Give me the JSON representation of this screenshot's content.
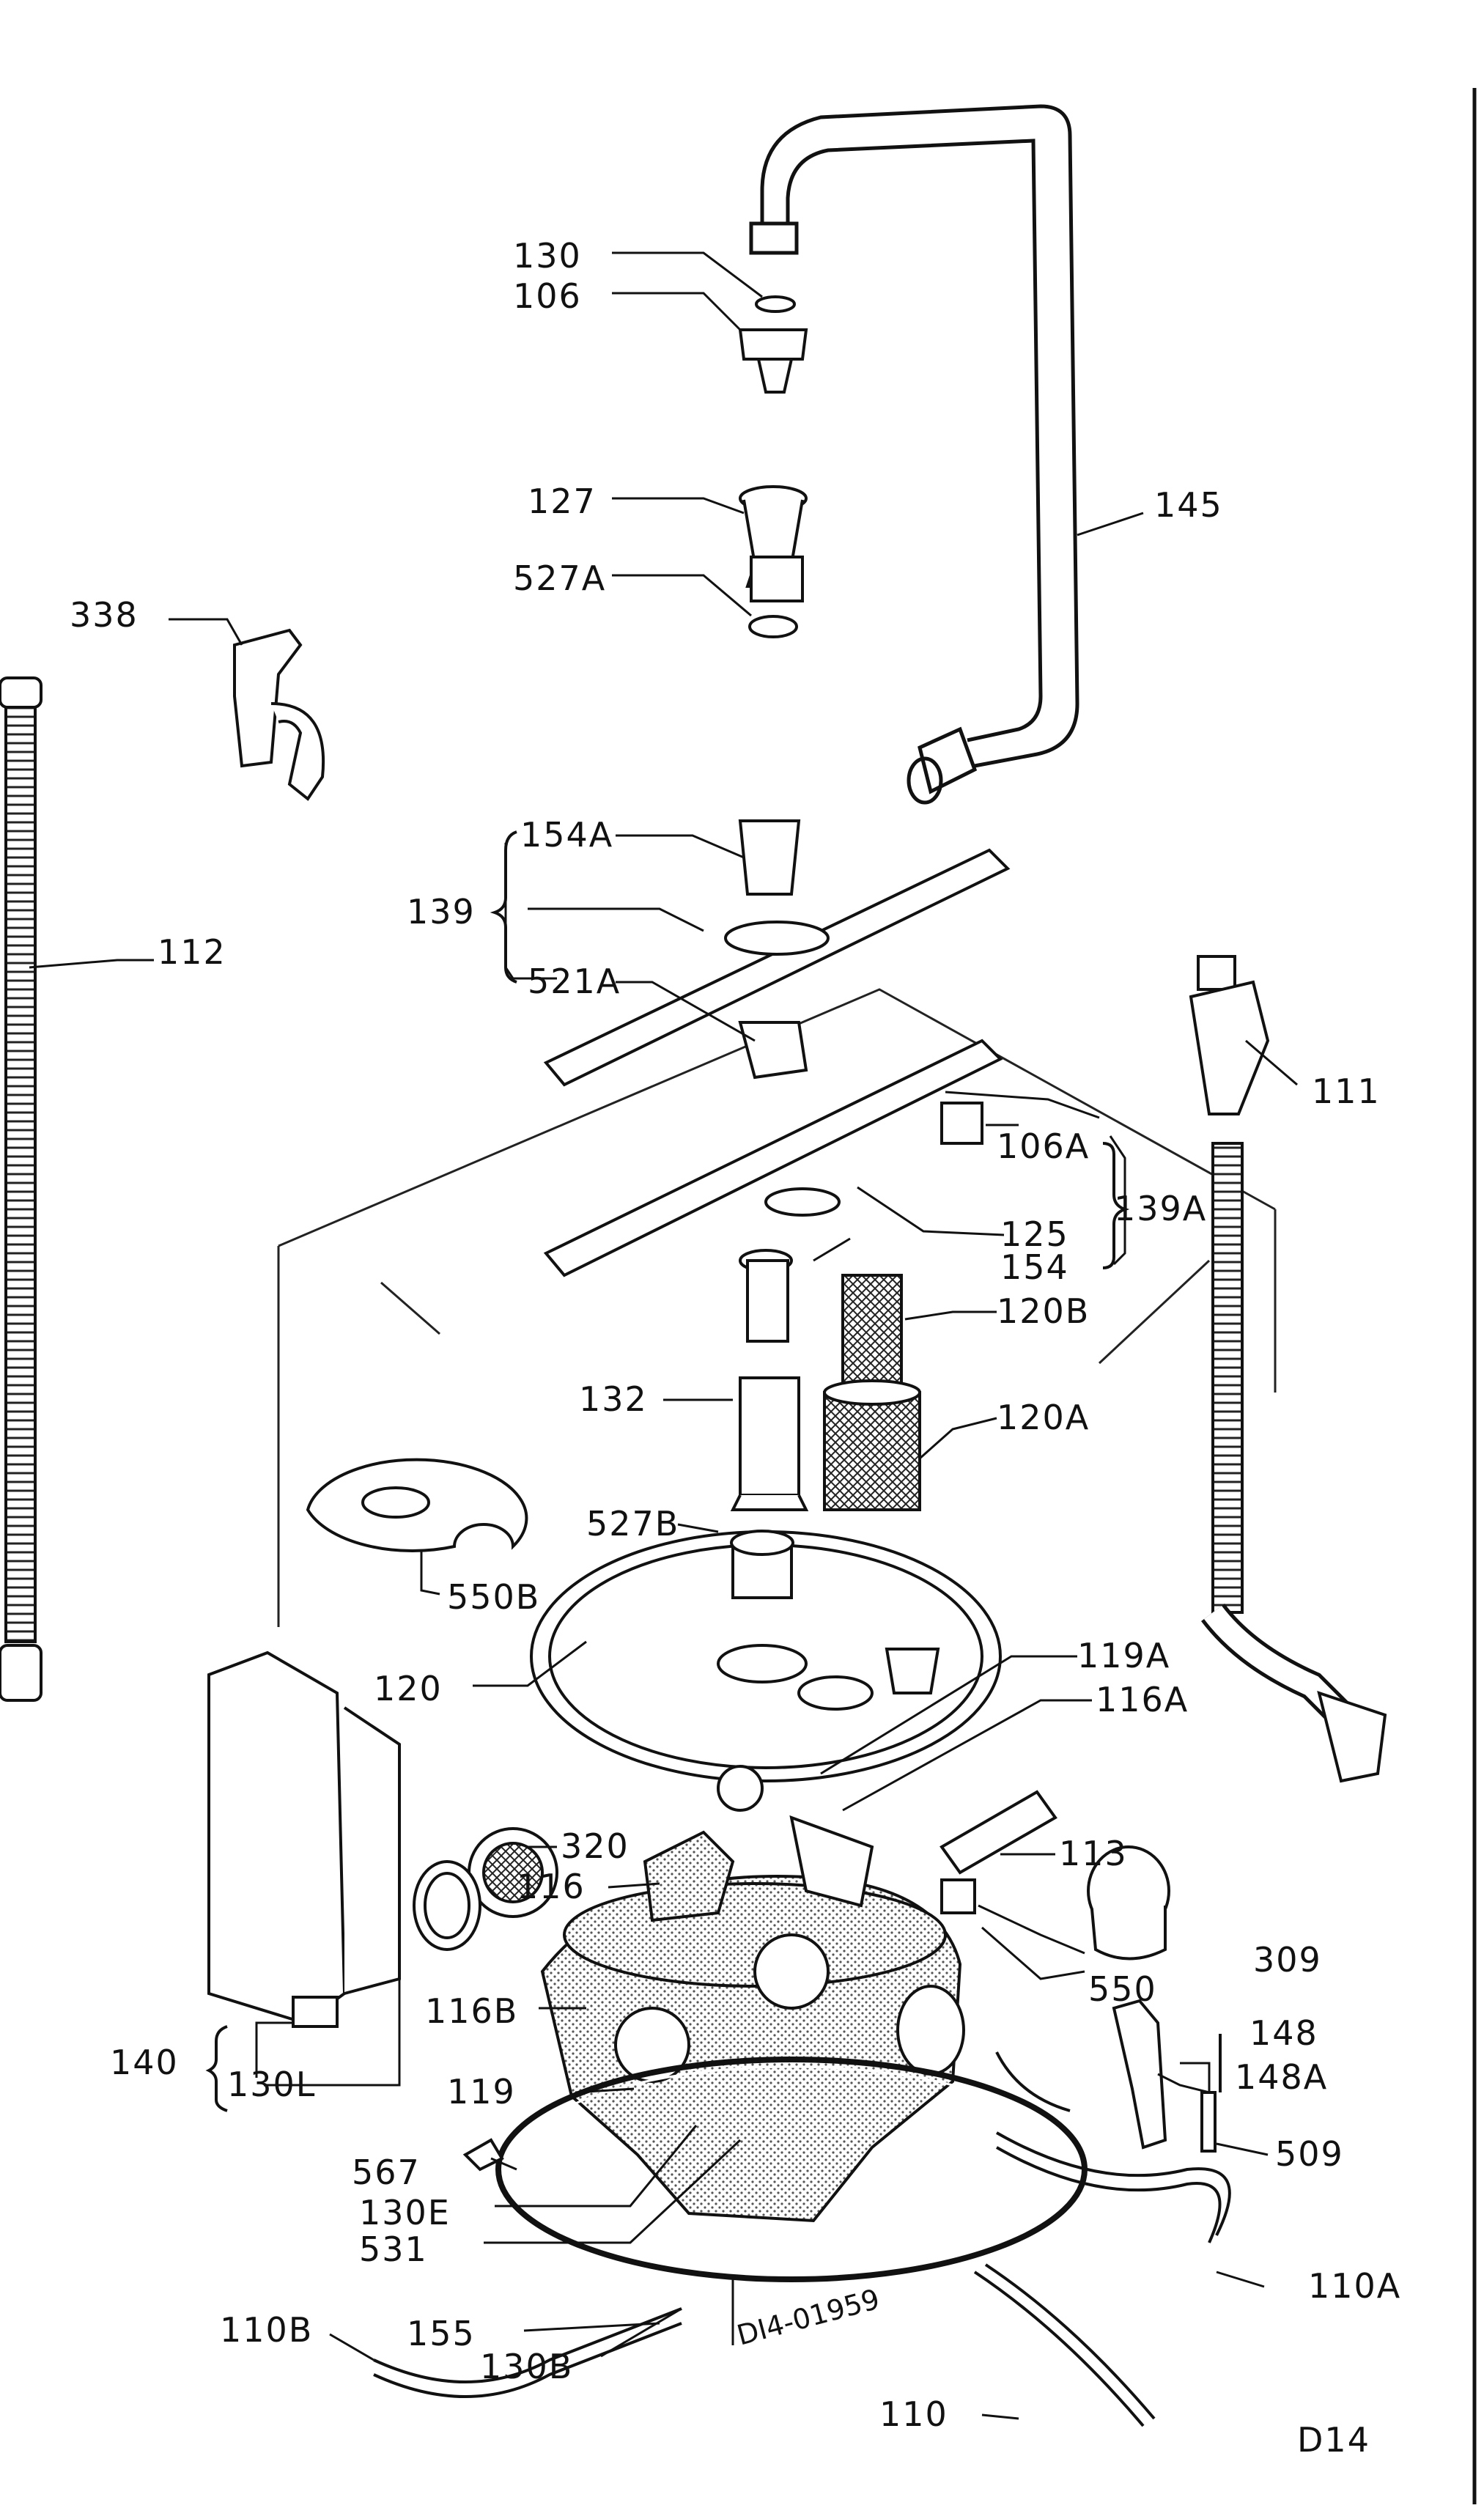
{
  "diagram": {
    "sheet_code": "D14",
    "stamp_text": "DI4-01959",
    "labels": {
      "p130": "130",
      "p106": "106",
      "p127": "127",
      "p527a": "527A",
      "p145": "145",
      "p338": "338",
      "p112": "112",
      "p154a": "154A",
      "p139": "139",
      "p521a": "521A",
      "p111": "111",
      "p106a": "106A",
      "p139a": "139A",
      "p125": "125",
      "p154": "154",
      "p120b": "120B",
      "p132": "132",
      "p120a": "120A",
      "p527b": "527B",
      "p550b": "550B",
      "p120": "120",
      "p119a": "119A",
      "p116a": "116A",
      "p320": "320",
      "p116": "116",
      "p113": "113",
      "p309": "309",
      "p550": "550",
      "p116b": "116B",
      "p148": "148",
      "p148a": "148A",
      "p140": "140",
      "p130l": "130L",
      "p119": "119",
      "p509": "509",
      "p567": "567",
      "p130e": "130E",
      "p531": "531",
      "p110a": "110A",
      "p110b": "110B",
      "p155": "155",
      "p130b": "130B",
      "p110": "110"
    }
  }
}
